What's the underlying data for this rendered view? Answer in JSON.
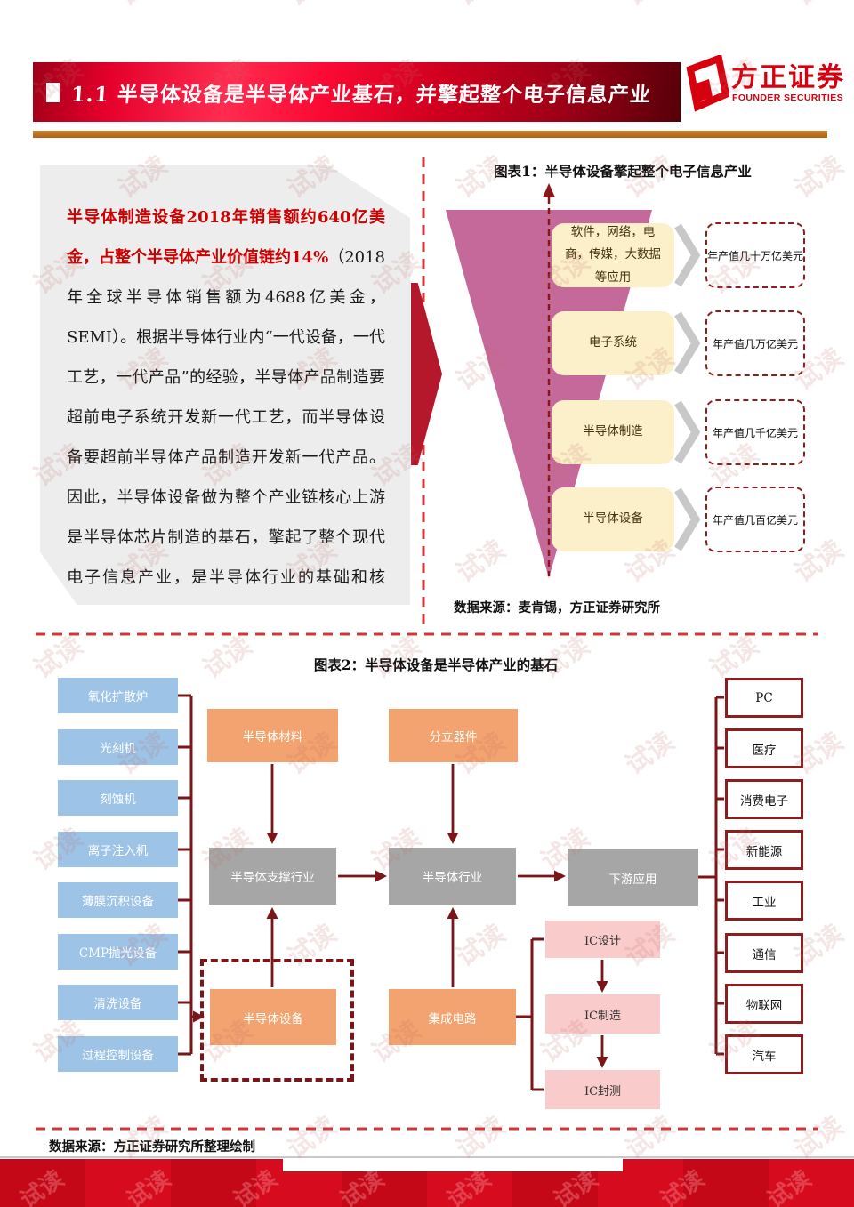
{
  "watermark": "试读",
  "header": {
    "bullet_note": "white-square-bullet",
    "title": "1.1 半导体设备是半导体产业基石，并擎起整个电子信息产业",
    "logo_cn": "方正证券",
    "logo_en": "FOUNDER SECURITIES"
  },
  "intro": {
    "highlight": "半导体制造设备2018年销售额约640亿美金，占整个半导体产业价值链约14%",
    "body": "（2018年全球半导体销售额为4688亿美金，SEMI）。根据半导体行业内“一代设备，一代工艺，一代产品”的经验，半导体产品制造要超前电子系统开发新一代工艺，而半导体设备要超前半导体产品制造开发新一代产品。因此，半导体设备做为整个产业链核心上游是半导体芯片制造的基石，擎起了整个现代电子信息产业，是半导体行业的基础和核心。"
  },
  "figure1": {
    "title": "图表1：半导体设备擎起整个电子信息产业",
    "levels": [
      {
        "label": "软件，网络，电商，传媒，大数据等应用",
        "value": "年产值几十万亿美元"
      },
      {
        "label": "电子系统",
        "value": "年产值几万亿美元"
      },
      {
        "label": "半导体制造",
        "value": "年产值几千亿美元"
      },
      {
        "label": "半导体设备",
        "value": "年产值几百亿美元"
      }
    ],
    "source": "数据来源：麦肯锡，方正证券研究所"
  },
  "figure2": {
    "title": "图表2：半导体设备是半导体产业的基石",
    "equipment": [
      "氧化扩散炉",
      "光刻机",
      "刻蚀机",
      "离子注入机",
      "薄膜沉积设备",
      "CMP抛光设备",
      "清洗设备",
      "过程控制设备"
    ],
    "materials": "半导体材料",
    "discrete": "分立器件",
    "support": "半导体支撑行业",
    "industry": "半导体行业",
    "downstream": "下游应用",
    "equipment_box": "半导体设备",
    "ic": "集成电路",
    "ic_chain": [
      "IC设计",
      "IC制造",
      "IC封测"
    ],
    "applications": [
      "PC",
      "医疗",
      "消费电子",
      "新能源",
      "工业",
      "通信",
      "物联网",
      "汽车"
    ],
    "source": "数据来源：方正证券研究所整理绘制"
  }
}
